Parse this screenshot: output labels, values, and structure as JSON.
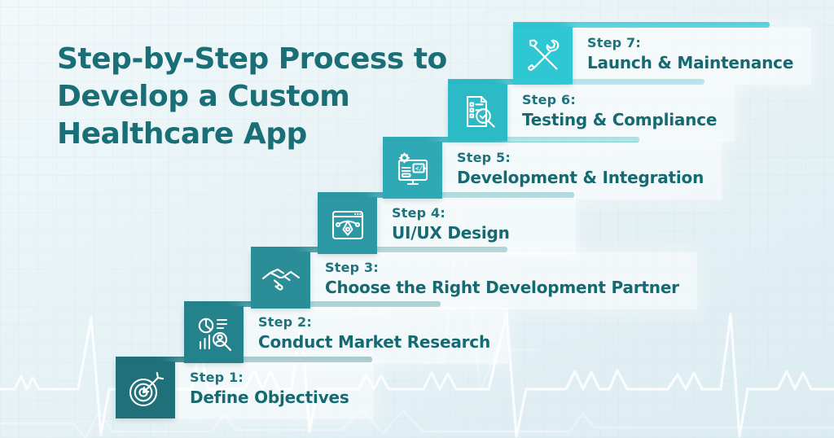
{
  "title": {
    "lines": [
      "Step-by-Step Process to",
      "Develop a Custom",
      "Healthcare App"
    ],
    "color": "#1a6f77"
  },
  "steps": [
    {
      "label": "Step 1:",
      "title": "Define Objectives",
      "icon": "target-dart-icon",
      "color": "#20707a"
    },
    {
      "label": "Step 2:",
      "title": "Conduct Market Research",
      "icon": "market-research-icon",
      "color": "#24828c"
    },
    {
      "label": "Step 3:",
      "title": "Choose the Right Development Partner",
      "icon": "handshake-icon",
      "color": "#2b8d97"
    },
    {
      "label": "Step 4:",
      "title": "UI/UX Design",
      "icon": "design-pen-tool-icon",
      "color": "#2b98a3"
    },
    {
      "label": "Step 5:",
      "title": "Development & Integration",
      "icon": "dev-monitor-code-icon",
      "color": "#2fa9b5"
    },
    {
      "label": "Step 6:",
      "title": "Testing & Compliance",
      "icon": "testing-checklist-icon",
      "color": "#2bbac6"
    },
    {
      "label": "Step 7:",
      "title": "Launch & Maintenance",
      "icon": "crossed-tools-icon",
      "color": "#2ec7d3"
    }
  ],
  "text_colors": {
    "step_label": "#1d737b",
    "step_title": "#156a71"
  },
  "background": {
    "base": "#e7f2f5",
    "motif": "ekg-heartbeat-line",
    "motif_color": "#ffffff"
  }
}
